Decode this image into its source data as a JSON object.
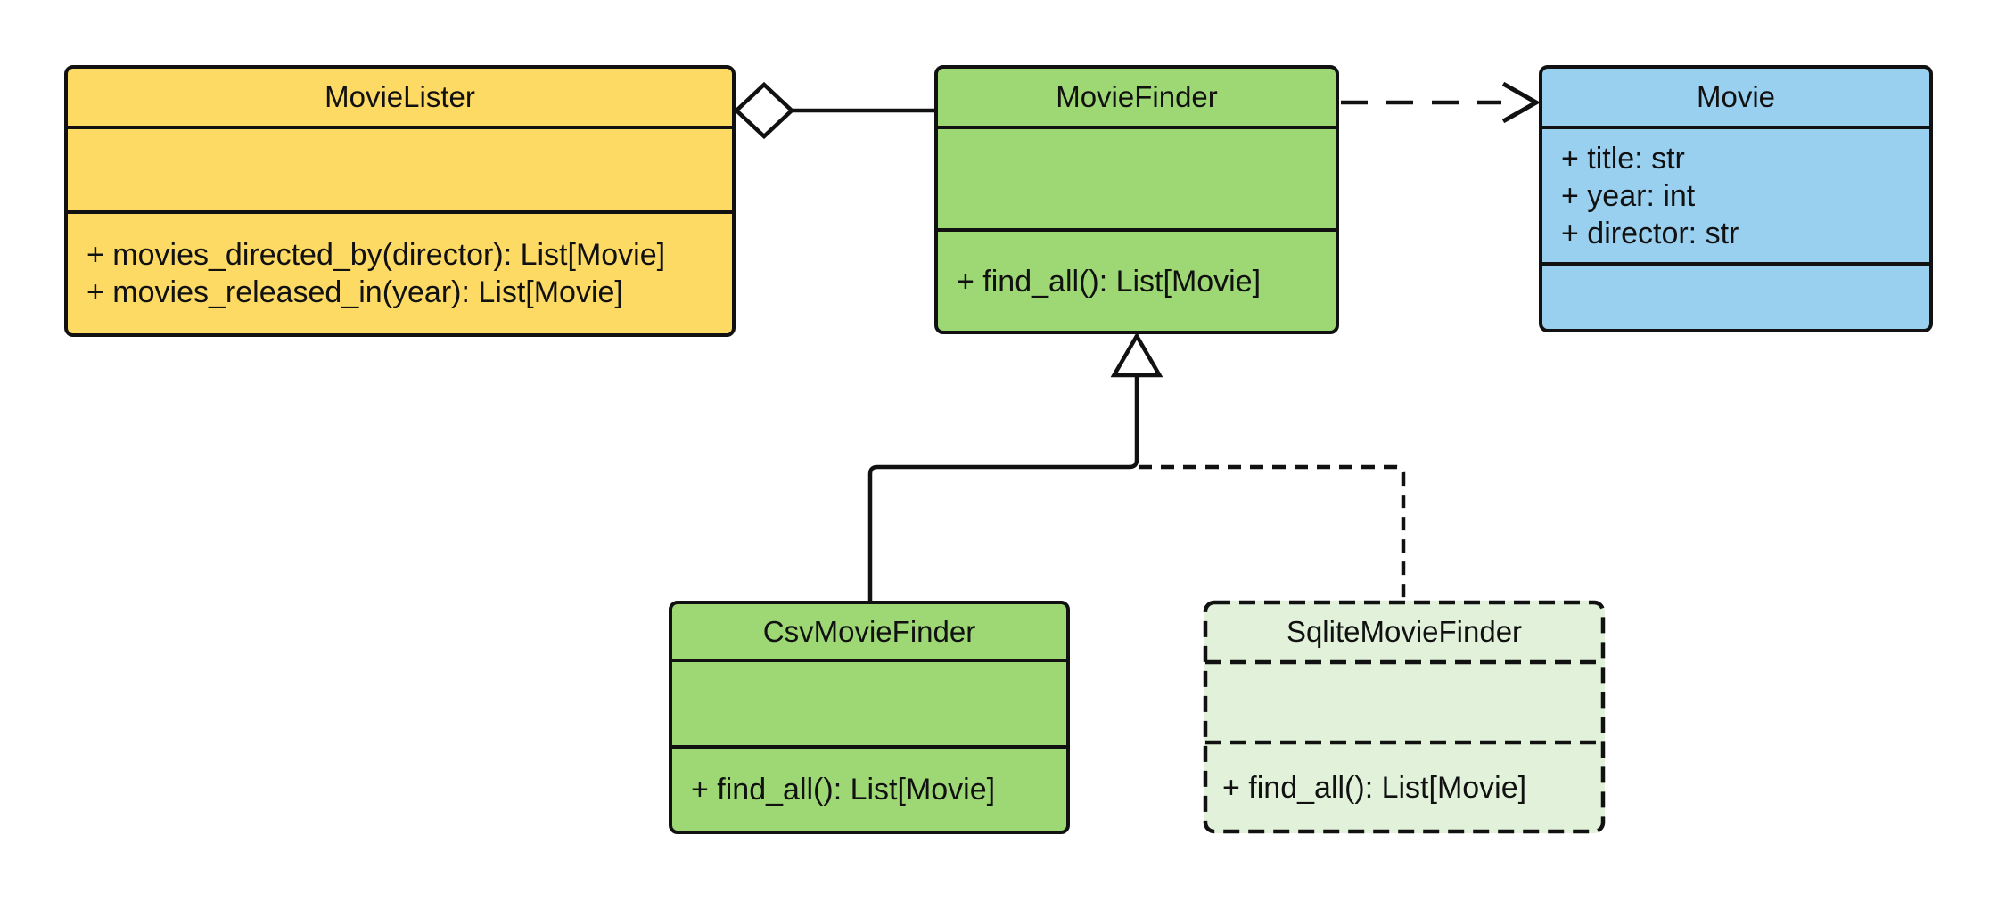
{
  "diagram": {
    "background": "#ffffff",
    "stroke": "#111111",
    "text_color": "#111111",
    "classes": [
      {
        "name": "MovieLister",
        "fill": "#FCDA64",
        "border_style": "solid",
        "attributes": [],
        "methods": [
          "+ movies_directed_by(director): List[Movie]",
          "+ movies_released_in(year): List[Movie]"
        ]
      },
      {
        "name": "MovieFinder",
        "fill": "#9ED874",
        "border_style": "solid",
        "attributes": [],
        "methods": [
          "+ find_all(): List[Movie]"
        ]
      },
      {
        "name": "Movie",
        "fill": "#9AD0EF",
        "border_style": "solid",
        "attributes": [
          "+ title: str",
          "+ year: int",
          "+ director: str"
        ],
        "methods": []
      },
      {
        "name": "CsvMovieFinder",
        "fill": "#9ED874",
        "border_style": "solid",
        "attributes": [],
        "methods": [
          "+ find_all(): List[Movie]"
        ]
      },
      {
        "name": "SqliteMovieFinder",
        "fill": "#E2F2DA",
        "border_style": "dashed",
        "attributes": [],
        "methods": [
          "+ find_all(): List[Movie]"
        ]
      }
    ],
    "relationships": [
      {
        "type": "aggregation",
        "owner": "MovieLister",
        "part": "MovieFinder",
        "line": "solid"
      },
      {
        "type": "dependency",
        "from": "MovieFinder",
        "to": "Movie",
        "line": "dashed"
      },
      {
        "type": "inheritance",
        "child": "CsvMovieFinder",
        "parent": "MovieFinder",
        "line": "solid"
      },
      {
        "type": "inheritance",
        "child": "SqliteMovieFinder",
        "parent": "MovieFinder",
        "line": "dashed"
      }
    ]
  }
}
